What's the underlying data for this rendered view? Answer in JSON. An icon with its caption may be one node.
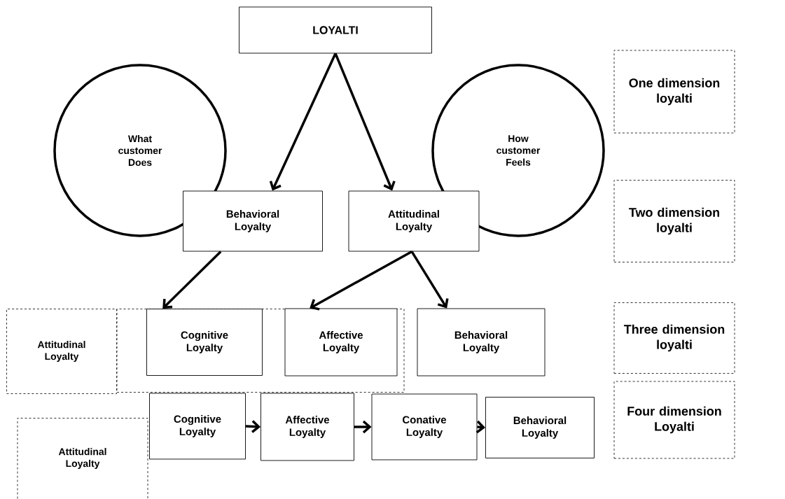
{
  "diagram": {
    "nodes": [
      {
        "text": [
          "LOYALTI"
        ]
      },
      {
        "text": [
          "One dimension loyalti"
        ]
      },
      {
        "text": [
          "What customer Does"
        ]
      },
      {
        "text": [
          "Behavioral Loyalty"
        ]
      },
      {
        "text": [
          "Attitudinal Loyalty"
        ]
      },
      {
        "text": [
          "How customer Feels"
        ]
      },
      {
        "text": [
          "Two dimension loyalti"
        ]
      },
      {
        "text": [
          "Attitudinal Loyalty"
        ]
      },
      {
        "text": [],
        "shape": "box"
      },
      {
        "text": [
          "Cognitive Loyalty"
        ],
        "in": 8
      },
      {
        "text": [
          "Affective Loyalty"
        ],
        "in": 8
      },
      {
        "text": [
          "Behavioral Loyalty"
        ]
      },
      {
        "text": [
          "Three dimension loyalti"
        ]
      },
      {
        "text": [
          "Cognitive Loyalty"
        ]
      },
      {
        "text": [
          "Affective Loyalty"
        ]
      },
      {
        "text": [
          "Conative Loyalty"
        ]
      },
      {
        "text": [
          "Behavioral Loyalty"
        ]
      },
      {
        "text": [
          "Four dimension Loyalti"
        ]
      },
      {
        "text": [
          "Attitudinal Loyalty"
        ]
      }
    ],
    "edges": [
      {
        "from": 0,
        "to": 3,
        "arrow": "to"
      },
      {
        "from": 0,
        "to": 4,
        "arrow": "to"
      },
      {
        "from": 3,
        "to": 9,
        "arrow": "to"
      },
      {
        "from": 4,
        "to": 10,
        "arrow": "to"
      },
      {
        "from": 4,
        "to": 11,
        "arrow": "to"
      },
      {
        "from": 13,
        "to": 14,
        "arrow": "to"
      },
      {
        "from": 14,
        "to": 15,
        "arrow": "to"
      },
      {
        "from": 15,
        "to": 16,
        "arrow": "to"
      }
    ]
  }
}
